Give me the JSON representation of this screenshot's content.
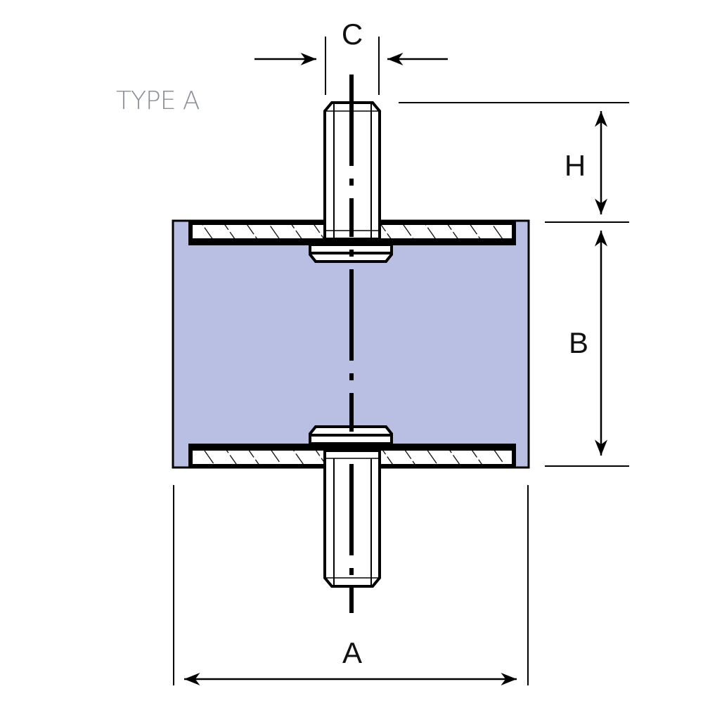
{
  "title": "TYPE A",
  "dimensions": {
    "a": "A",
    "b": "B",
    "c": "C",
    "h": "H"
  },
  "colors": {
    "rubber": "#b9bfe3",
    "line": "#000000",
    "title": "#8a8f99"
  }
}
